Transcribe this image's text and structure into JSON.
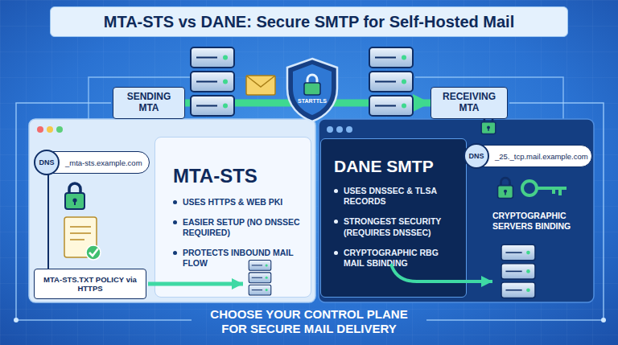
{
  "diagram": {
    "title": "MTA-STS vs DANE: Secure SMTP for Self-Hosted Mail",
    "caption": "CHOOSE YOUR CONTROL PLANE FOR SECURE MAIL DELIVERY",
    "nodes": [
      {
        "text": [
          "SENDING MTA"
        ]
      },
      {
        "text": [
          "STARTTLS"
        ]
      },
      {
        "text": [
          "RECEIVING MTA"
        ]
      },
      {
        "text": [
          "DNS",
          "_mta-sts.example.com"
        ]
      },
      {
        "text": [
          "MTA-STS.TXT POLICY via HTTPS"
        ]
      },
      {
        "text": [
          "MTA-STS",
          "USES HTTPS & WEB PKI",
          "EASIER SETUP (NO DNSSEC REQUIRED)",
          "PROTECTS INBOUND MAIL FLOW"
        ]
      },
      {
        "text": [
          "DANE SMTP",
          "USES DNSSEC & TLSA RECORDS",
          "STRONGEST SECURITY (REQUIRES DNSSEC)",
          "CRYPTOGRAPHIC RBG MAIL SBINDING"
        ]
      },
      {
        "text": [
          "DNS",
          "_25._tcp.mail.example.com"
        ]
      }
    ],
    "edges": [
      {
        "from": 0,
        "to": 2,
        "arrow": "to"
      },
      {
        "from": 3,
        "to": 4,
        "arrow": "none"
      }
    ],
    "labels": [
      "CRYPTOGRAPHIC SERVERS BINDING"
    ]
  }
}
